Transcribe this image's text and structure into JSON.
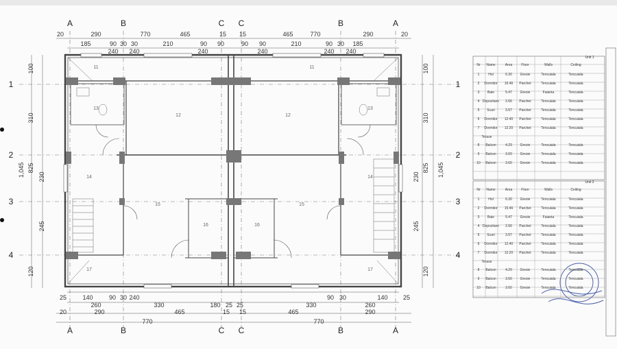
{
  "axes": {
    "columns_top": [
      "A",
      "B",
      "C",
      "C",
      "B",
      "A"
    ],
    "columns_bottom": [
      "A",
      "B",
      "C",
      "C",
      "B",
      "A"
    ],
    "rows": [
      "1",
      "2",
      "3",
      "4"
    ]
  },
  "dims": {
    "top_row1": [
      "20",
      "290",
      "770",
      "465",
      "15",
      "15",
      "465",
      "770",
      "290",
      "20"
    ],
    "top_row2": [
      "185",
      "90",
      "30",
      "30",
      "210",
      "90",
      "90",
      "90",
      "90",
      "210",
      "90",
      "30",
      "185"
    ],
    "top_row3": [
      "240",
      "240",
      "240",
      "240",
      "240",
      "240"
    ],
    "bottom_row1": [
      "25",
      "140",
      "90",
      "30",
      "240",
      "90",
      "30",
      "140",
      "25"
    ],
    "bottom_row2": [
      "260",
      "330",
      "180",
      "25",
      "25",
      "330",
      "260"
    ],
    "bottom_row3": [
      "20",
      "290",
      "465",
      "15",
      "15",
      "465",
      "290"
    ],
    "bottom_row4": [
      "770",
      "770"
    ],
    "left": [
      "100",
      "310",
      "825",
      "1,045",
      "230",
      "245",
      "120"
    ],
    "right": [
      "100",
      "310",
      "825",
      "1,045",
      "230",
      "245",
      "120"
    ]
  },
  "rooms_left": [
    "11",
    "12",
    "13",
    "14",
    "15",
    "16",
    "17"
  ],
  "rooms_right": [
    "11",
    "12",
    "13",
    "14",
    "15",
    "16",
    "17"
  ],
  "table1": {
    "title": "Unit 1",
    "header": [
      "Nr",
      "Name",
      "Area",
      "Floor",
      "Walls",
      "Ceiling"
    ],
    "rows": [
      [
        "1",
        "Hol",
        "6.30",
        "Gresie",
        "Tencuiala",
        "Tencuiala"
      ],
      [
        "2",
        "Dormitor",
        "15.46",
        "Parchet",
        "Tencuiala",
        "Tencuiala"
      ],
      [
        "3",
        "Baie",
        "5.47",
        "Gresie",
        "Faianta",
        "Tencuiala"
      ],
      [
        "4",
        "Depozitare",
        "2.66",
        "Parchet",
        "Tencuiala",
        "Tencuiala"
      ],
      [
        "5",
        "Scari",
        "3.57",
        "Parchet",
        "Tencuiala",
        "Tencuiala"
      ],
      [
        "6",
        "Dormitor",
        "12.40",
        "Parchet",
        "Tencuiala",
        "Tencuiala"
      ],
      [
        "7",
        "Dormitor",
        "12.20",
        "Parchet",
        "Tencuiala",
        "Tencuiala"
      ]
    ],
    "sub_title": "Terase",
    "sub_rows": [
      [
        "8",
        "Balcon",
        "4.29",
        "Gresie",
        "Tencuiala",
        "Tencuiala"
      ],
      [
        "9",
        "Balcon",
        "3.60",
        "Gresie",
        "Tencuiala",
        "Tencuiala"
      ],
      [
        "10",
        "Balcon",
        "3.60",
        "Gresie",
        "Tencuiala",
        "Tencuiala"
      ]
    ]
  },
  "table2": {
    "title": "Unit 2",
    "header": [
      "Nr",
      "Name",
      "Area",
      "Floor",
      "Walls",
      "Ceiling"
    ],
    "rows": [
      [
        "1",
        "Hol",
        "6.30",
        "Gresie",
        "Tencuiala",
        "Tencuiala"
      ],
      [
        "2",
        "Dormitor",
        "15.46",
        "Parchet",
        "Tencuiala",
        "Tencuiala"
      ],
      [
        "3",
        "Baie",
        "5.47",
        "Gresie",
        "Faianta",
        "Tencuiala"
      ],
      [
        "4",
        "Depozitare",
        "2.66",
        "Parchet",
        "Tencuiala",
        "Tencuiala"
      ],
      [
        "5",
        "Scari",
        "3.57",
        "Parchet",
        "Tencuiala",
        "Tencuiala"
      ],
      [
        "6",
        "Dormitor",
        "12.40",
        "Parchet",
        "Tencuiala",
        "Tencuiala"
      ],
      [
        "7",
        "Dormitor",
        "12.20",
        "Parchet",
        "Tencuiala",
        "Tencuiala"
      ]
    ],
    "sub_title": "Terase",
    "sub_rows": [
      [
        "8",
        "Balcon",
        "4.29",
        "Gresie",
        "Tencuiala",
        "Tencuiala"
      ],
      [
        "9",
        "Balcon",
        "3.60",
        "Gresie",
        "Tencuiala",
        "Tencuiala"
      ],
      [
        "10",
        "Balcon",
        "3.60",
        "Gresie",
        "Tencuiala",
        "Tencuiala"
      ]
    ]
  },
  "colors": {
    "line": "#333333",
    "wall": "#444444",
    "column": "#777777",
    "stamp": "#4a5fa8",
    "paper": "#fbfbfb"
  }
}
